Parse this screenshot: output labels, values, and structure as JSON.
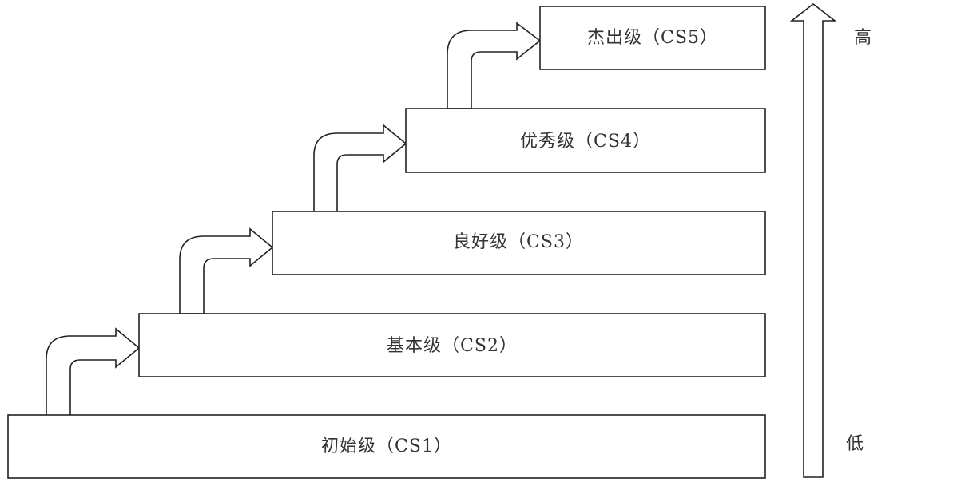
{
  "levels": [
    {
      "label": "初始级（CS1）"
    },
    {
      "label": "基本级（CS2）"
    },
    {
      "label": "良好级（CS3）"
    },
    {
      "label": "优秀级（CS4）"
    },
    {
      "label": "杰出级（CS5）"
    }
  ],
  "scale": {
    "high_label": "高",
    "low_label": "低"
  }
}
